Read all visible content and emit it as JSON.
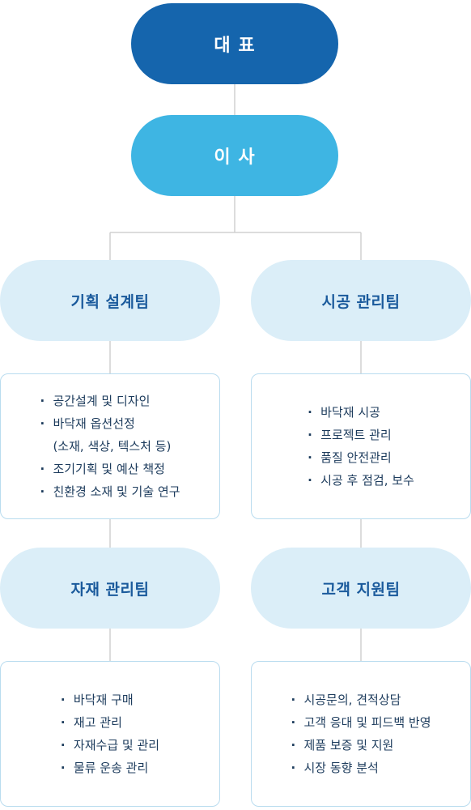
{
  "ceo": {
    "label": "대 표"
  },
  "director": {
    "label": "이 사"
  },
  "teams": {
    "planning": {
      "name": "기획 설계팀",
      "duties": [
        {
          "line1": "공간설계 및 디자인"
        },
        {
          "line1": "바닥재 옵션선정",
          "line2": "(소재, 색상, 텍스처 등)"
        },
        {
          "line1": "조기기획 및 예산 책정"
        },
        {
          "line1": "친환경 소재 및 기술 연구"
        }
      ]
    },
    "construction": {
      "name": "시공 관리팀",
      "duties": [
        {
          "line1": "바닥재 시공"
        },
        {
          "line1": "프로젝트 관리"
        },
        {
          "line1": "품질 안전관리"
        },
        {
          "line1": "시공 후 점검, 보수"
        }
      ]
    },
    "material": {
      "name": "자재 관리팀",
      "duties": [
        {
          "line1": "바닥재 구매"
        },
        {
          "line1": "재고 관리"
        },
        {
          "line1": "자재수급 및 관리"
        },
        {
          "line1": "물류 운송 관리"
        }
      ]
    },
    "support": {
      "name": "고객 지원팀",
      "duties": [
        {
          "line1": "시공문의, 견적상담"
        },
        {
          "line1": "고객 응대 및 피드백 반영"
        },
        {
          "line1": "제품 보증 및 지원"
        },
        {
          "line1": "시장 동향 분석"
        }
      ]
    }
  },
  "colors": {
    "ceo_fill": "#1565ad",
    "director_fill": "#3eb5e3",
    "team_fill": "#dbeef8",
    "team_text": "#1a5a9c",
    "connector": "#d0d0d0",
    "box_border": "#b9dcef"
  }
}
